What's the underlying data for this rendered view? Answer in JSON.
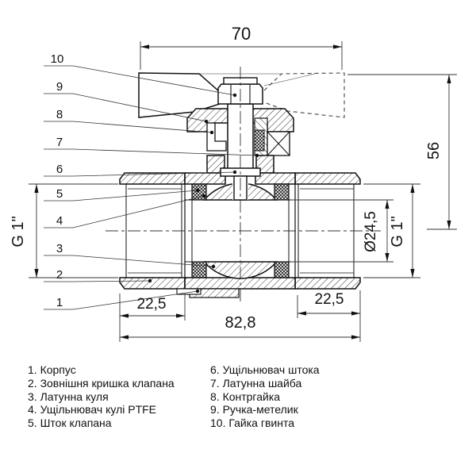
{
  "drawing": {
    "title": "ball-valve-cross-section",
    "dimensions": {
      "handle_width": "70",
      "height": "56",
      "thread_left": "G 1\"",
      "thread_right": "G 1\"",
      "bore_diameter": "Ø24,5",
      "thread_length_left": "22,5",
      "thread_length_right": "22,5",
      "total_length": "82,8"
    },
    "callouts": [
      "1",
      "2",
      "3",
      "4",
      "5",
      "6",
      "7",
      "8",
      "9",
      "10"
    ]
  },
  "parts_list": {
    "left": [
      "1. Корпус",
      "2. Зовнішня кришка клапана",
      "3. Латунна куля",
      "4. Ущільнювач кулі PTFE",
      "5. Шток клапана"
    ],
    "right": [
      "6. Ущільнювач штока",
      "7. Латунна шайба",
      "8. Контргайка",
      "9. Ручка-метелик",
      "10. Гайка гвинта"
    ]
  },
  "colors": {
    "line": "#111111",
    "thin_line": "#333333",
    "background": "#ffffff"
  }
}
